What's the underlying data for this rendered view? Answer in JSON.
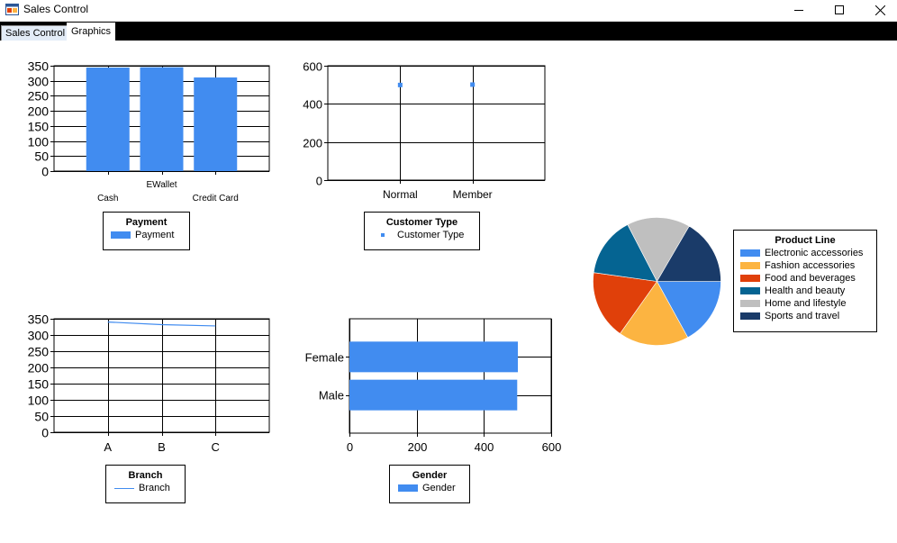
{
  "window": {
    "title": "Sales Control",
    "icon": "app-form-icon",
    "controls": [
      "minimize-icon",
      "maximize-icon",
      "close-icon"
    ]
  },
  "tabs": [
    {
      "label": "Sales Control",
      "selected": false
    },
    {
      "label": "Graphics",
      "selected": true
    }
  ],
  "colors": {
    "series_blue": "#418cf0",
    "tabstrip": "#000000"
  },
  "legends": {
    "payment": {
      "title": "Payment",
      "item": "Payment"
    },
    "customer_type": {
      "title": "Customer Type",
      "item": "Customer Type"
    },
    "branch": {
      "title": "Branch",
      "item": "Branch"
    },
    "gender": {
      "title": "Gender",
      "item": "Gender"
    },
    "product_line": {
      "title": "Product Line",
      "items": [
        "Electronic accessories",
        "Fashion accessories",
        "Food and beverages",
        "Health and beauty",
        "Home and lifestyle",
        "Sports and travel"
      ]
    }
  },
  "chart_data": [
    {
      "id": "payment",
      "type": "bar",
      "categories": [
        "Cash",
        "EWallet",
        "Credit Card"
      ],
      "series": [
        {
          "name": "Payment",
          "values": [
            344,
            345,
            311
          ],
          "color": "#418cf0"
        }
      ],
      "ylim": [
        0,
        350
      ],
      "yticks": [
        "0",
        "50",
        "100",
        "150",
        "200",
        "250",
        "300",
        "350"
      ],
      "grid": true
    },
    {
      "id": "customer_type",
      "type": "scatter",
      "categories": [
        "Normal",
        "Member"
      ],
      "series": [
        {
          "name": "Customer Type",
          "values": [
            499,
            501
          ],
          "color": "#418cf0"
        }
      ],
      "ylim": [
        0,
        600
      ],
      "yticks": [
        "0",
        "200",
        "400",
        "600"
      ],
      "grid": true
    },
    {
      "id": "branch",
      "type": "line",
      "categories": [
        "A",
        "B",
        "C"
      ],
      "series": [
        {
          "name": "Branch",
          "values": [
            340,
            332,
            328
          ],
          "color": "#418cf0"
        }
      ],
      "ylim": [
        0,
        350
      ],
      "yticks": [
        "0",
        "50",
        "100",
        "150",
        "200",
        "250",
        "300",
        "350"
      ],
      "grid": true
    },
    {
      "id": "gender",
      "type": "bar",
      "orientation": "horizontal",
      "categories": [
        "Female",
        "Male"
      ],
      "series": [
        {
          "name": "Gender",
          "values": [
            501,
            499
          ],
          "color": "#418cf0"
        }
      ],
      "xlim": [
        0,
        600
      ],
      "xticks": [
        "0",
        "200",
        "400",
        "600"
      ],
      "grid": true
    },
    {
      "id": "product_line",
      "type": "pie",
      "categories": [
        "Electronic accessories",
        "Fashion accessories",
        "Food and beverages",
        "Health and beauty",
        "Home and lifestyle",
        "Sports and travel"
      ],
      "values": [
        170,
        178,
        174,
        152,
        160,
        166
      ],
      "colors": [
        "#418cf0",
        "#fcb441",
        "#e0400a",
        "#056492",
        "#bfbfbf",
        "#1a3b69"
      ]
    }
  ]
}
